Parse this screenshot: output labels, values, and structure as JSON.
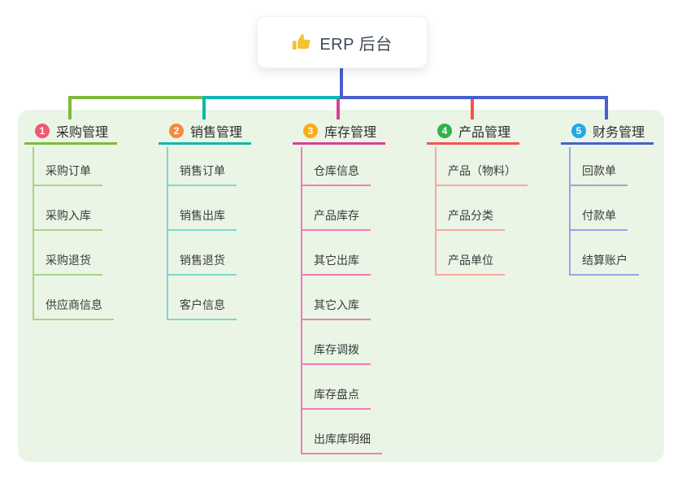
{
  "root": {
    "title": "ERP 后台",
    "icon": "thumbs-up-icon",
    "icon_color": "#f5c331"
  },
  "colors": {
    "panel_background": "#eaf5e5",
    "stem_blue": "#4a5fce",
    "card_background": "#ffffff",
    "title_text": "#2d2d2d",
    "child_text": "#3b3b3b",
    "root_text": "#3d4756"
  },
  "branches": [
    {
      "index": "1",
      "title": "采购管理",
      "badge_color": "#f4586f",
      "line_color": "#7fba3b",
      "child_line_color": "#a9d287",
      "children": [
        "采购订单",
        "采购入库",
        "采购退货",
        "供应商信息"
      ]
    },
    {
      "index": "2",
      "title": "销售管理",
      "badge_color": "#f28a3d",
      "line_color": "#0eb7af",
      "child_line_color": "#7fd6cf",
      "children": [
        "销售订单",
        "销售出库",
        "销售退货",
        "客户信息"
      ]
    },
    {
      "index": "3",
      "title": "库存管理",
      "badge_color": "#faad14",
      "line_color": "#de3d96",
      "child_line_color": "#f07cbb",
      "children": [
        "仓库信息",
        "产品库存",
        "其它出库",
        "其它入库",
        "库存调拨",
        "库存盘点",
        "出库库明细"
      ]
    },
    {
      "index": "4",
      "title": "产品管理",
      "badge_color": "#30b24a",
      "line_color": "#f6544d",
      "child_line_color": "#f9a69f",
      "children": [
        "产品（物料）",
        "产品分类",
        "产品单位"
      ]
    },
    {
      "index": "5",
      "title": "财务管理",
      "badge_color": "#23a8e8",
      "line_color": "#4a5fce",
      "child_line_color": "#93a6df",
      "children": [
        "回款单",
        "付款单",
        "结算账户"
      ]
    }
  ]
}
